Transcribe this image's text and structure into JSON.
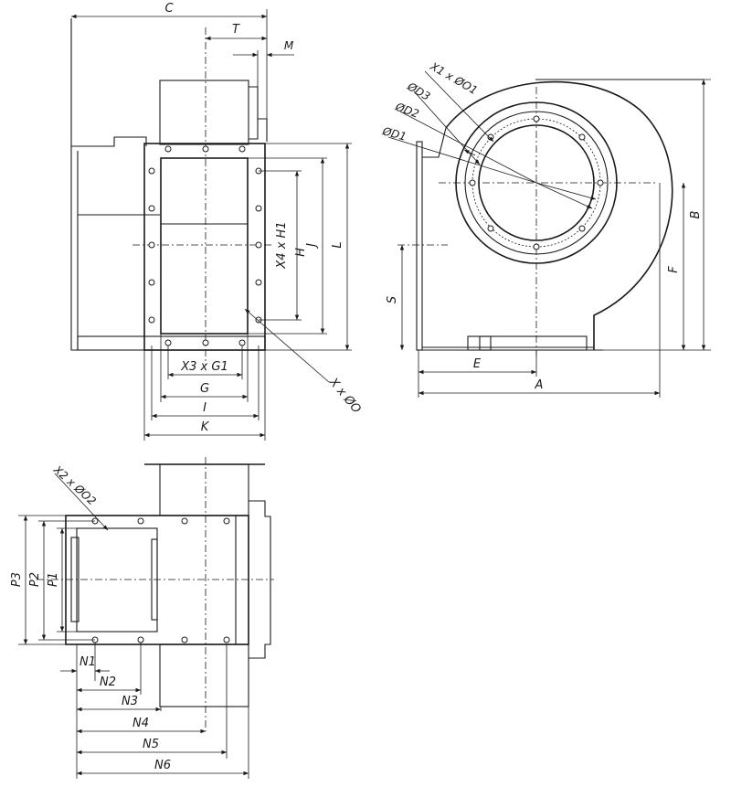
{
  "front_view": {
    "labels": {
      "C": "C",
      "T": "T",
      "M": "M",
      "X4xH1": "X4 x H1",
      "H": "H",
      "J": "J",
      "L": "L",
      "X3xG1": "X3 x G1",
      "G": "G",
      "I": "I",
      "K": "K",
      "XxO": "X x ØO"
    }
  },
  "side_view": {
    "labels": {
      "X1xO1": "X1 x ØO1",
      "D3": "ØD3",
      "D2": "ØD2",
      "D1": "ØD1",
      "B": "B",
      "F": "F",
      "S": "S",
      "E": "E",
      "A": "A"
    }
  },
  "bottom_view": {
    "labels": {
      "X2xO2": "X2 x ØO2",
      "P3": "P3",
      "P2": "P2",
      "P1": "P1",
      "N1": "N1",
      "N2": "N2",
      "N3": "N3",
      "N4": "N4",
      "N5": "N5",
      "N6": "N6"
    }
  }
}
